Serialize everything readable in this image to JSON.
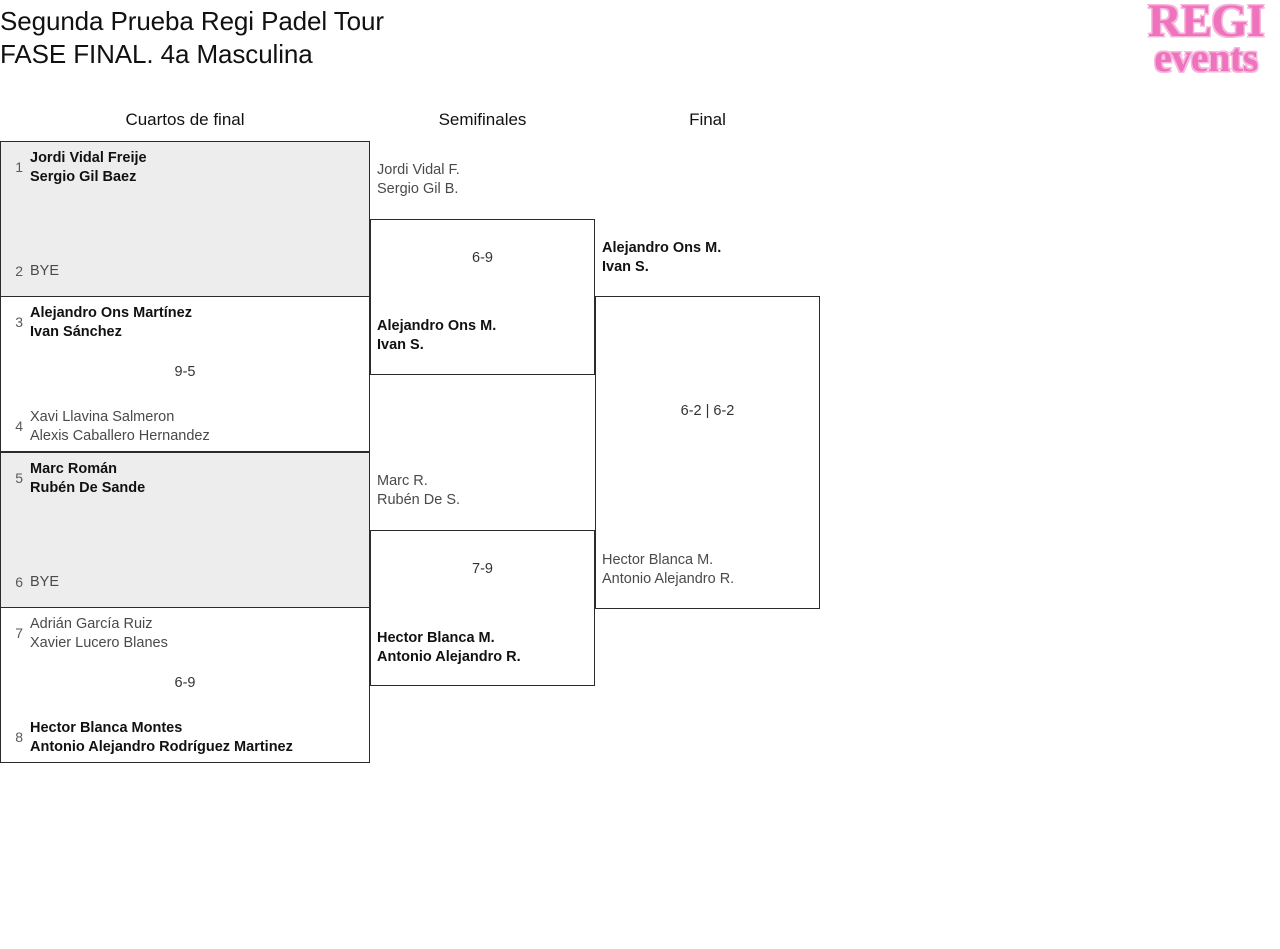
{
  "header": {
    "title_line_1": "Segunda Prueba Regi Padel Tour",
    "title_line_2": "FASE FINAL. 4a Masculina"
  },
  "logo": {
    "top_text": "REGI",
    "bottom_text": "events",
    "color": "#ef72bd",
    "outline_color": "#f7b7dd"
  },
  "rounds": {
    "quarterfinals_label": "Cuartos de final",
    "semifinals_label": "Semifinales",
    "final_label": "Final"
  },
  "colors": {
    "shaded_row": "#ededed",
    "border": "#2b2b2b",
    "text": "#111111",
    "muted_text": "#4a4a4a",
    "seed_text": "#5a5a5a"
  },
  "bracket": {
    "quarterfinals": [
      {
        "id": "qf-1",
        "shaded": true,
        "score": "",
        "top": {
          "seed": "1",
          "players": [
            "Jordi Vidal Freije",
            "Sergio Gil Baez"
          ],
          "winner": true
        },
        "bottom": {
          "seed": "2",
          "players": [
            "BYE"
          ],
          "winner": false,
          "bye": true
        }
      },
      {
        "id": "qf-2",
        "shaded": false,
        "score": "9-5",
        "top": {
          "seed": "3",
          "players": [
            "Alejandro Ons Martínez",
            "Ivan Sánchez"
          ],
          "winner": true
        },
        "bottom": {
          "seed": "4",
          "players": [
            "Xavi Llavina Salmeron",
            "Alexis Caballero Hernandez"
          ],
          "winner": false
        }
      },
      {
        "id": "qf-3",
        "shaded": true,
        "score": "",
        "top": {
          "seed": "5",
          "players": [
            "Marc Román",
            "Rubén De Sande"
          ],
          "winner": true
        },
        "bottom": {
          "seed": "6",
          "players": [
            "BYE"
          ],
          "winner": false,
          "bye": true
        }
      },
      {
        "id": "qf-4",
        "shaded": false,
        "score": "6-9",
        "top": {
          "seed": "7",
          "players": [
            "Adrián García Ruiz",
            "Xavier Lucero Blanes"
          ],
          "winner": false
        },
        "bottom": {
          "seed": "8",
          "players": [
            "Hector Blanca Montes",
            "Antonio Alejandro Rodríguez Martinez"
          ],
          "winner": true
        }
      }
    ],
    "semifinals": [
      {
        "id": "sf-1",
        "score": "6-9",
        "top": {
          "players": [
            "Jordi Vidal F.",
            "Sergio Gil B."
          ],
          "winner": false
        },
        "bottom": {
          "players": [
            "Alejandro Ons M.",
            "Ivan S."
          ],
          "winner": true
        }
      },
      {
        "id": "sf-2",
        "score": "7-9",
        "top": {
          "players": [
            "Marc R.",
            "Rubén De S."
          ],
          "winner": false
        },
        "bottom": {
          "players": [
            "Hector Blanca M.",
            "Antonio Alejandro R."
          ],
          "winner": true
        }
      }
    ],
    "final": {
      "id": "fin-1",
      "score": "6-2 | 6-2",
      "top": {
        "players": [
          "Alejandro Ons M.",
          "Ivan S."
        ],
        "winner": true
      },
      "bottom": {
        "players": [
          "Hector Blanca M.",
          "Antonio Alejandro R."
        ],
        "winner": false
      }
    }
  }
}
